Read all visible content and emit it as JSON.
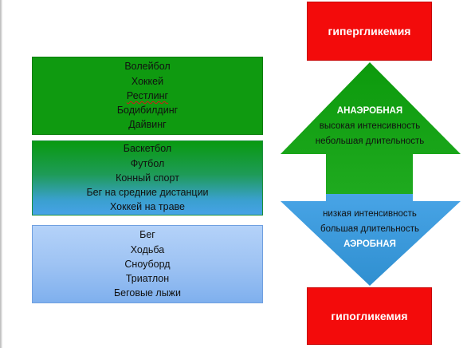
{
  "sport_groups": [
    {
      "id": "anaerobic",
      "items": [
        "Волейбол",
        "Хоккей",
        "Рестлинг",
        "Бодибилдинг",
        "Дайвинг"
      ]
    },
    {
      "id": "mixed",
      "items": [
        "Баскетбол",
        "Футбол",
        "Конный спорт",
        "Бег на средние дистанции",
        "Хоккей на траве"
      ]
    },
    {
      "id": "aerobic",
      "items": [
        "Бег",
        "Ходьба",
        "Сноуборд",
        "Триатлон",
        "Беговые лыжи"
      ]
    }
  ],
  "states": {
    "top": "гипергликемия",
    "bottom": "гипогликемия"
  },
  "arrow_up": {
    "label": "АНАЭРОБНАЯ",
    "line1": "высокая интенсивность",
    "line2": "небольшая длительность"
  },
  "arrow_down": {
    "line1": "низкая интенсивность",
    "line2": "большая длительность",
    "label": "АЭРОБНАЯ"
  },
  "colors": {
    "state_red": "#f30b0b",
    "anaerobic_green": "#0f9a10",
    "aerobic_blue": "#9ec3f3",
    "arrow_green": "#1aa01a",
    "arrow_blue": "#3a96d8"
  }
}
